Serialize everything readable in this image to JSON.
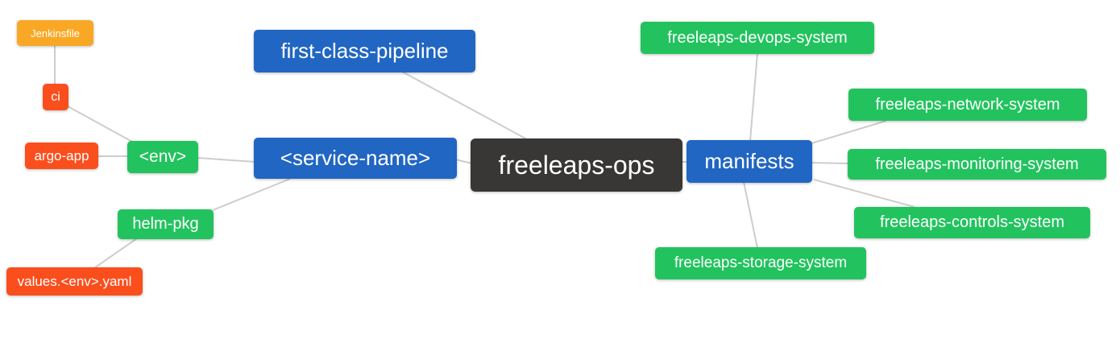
{
  "diagram": {
    "type": "mindmap",
    "root_label": "freeleaps-ops",
    "colors": {
      "root_node": "#393736",
      "branch_node": "#2166c2",
      "group_node": "#22c35e",
      "leaf_node": "#fb4e1d",
      "file_node": "#f9a825",
      "edge": "#cdcdcd",
      "text": "#ffffff",
      "background": "#ffffff"
    },
    "nodes": [
      {
        "id": "jenkinsfile",
        "label": "Jenkinsfile",
        "role": "file"
      },
      {
        "id": "ci",
        "label": "ci",
        "role": "leaf"
      },
      {
        "id": "argo-app",
        "label": "argo-app",
        "role": "leaf"
      },
      {
        "id": "env",
        "label": "<env>",
        "role": "group"
      },
      {
        "id": "helm-pkg",
        "label": "helm-pkg",
        "role": "group"
      },
      {
        "id": "values-env-yaml",
        "label": "values.<env>.yaml",
        "role": "leaf"
      },
      {
        "id": "first-class-pipeline",
        "label": "first-class-pipeline",
        "role": "branch"
      },
      {
        "id": "service-name",
        "label": "<service-name>",
        "role": "branch"
      },
      {
        "id": "freeleaps-ops",
        "label": "freeleaps-ops",
        "role": "root"
      },
      {
        "id": "manifests",
        "label": "manifests",
        "role": "branch"
      },
      {
        "id": "devops-system",
        "label": "freeleaps-devops-system",
        "role": "group"
      },
      {
        "id": "network-system",
        "label": "freeleaps-network-system",
        "role": "group"
      },
      {
        "id": "monitoring-system",
        "label": "freeleaps-monitoring-system",
        "role": "group"
      },
      {
        "id": "controls-system",
        "label": "freeleaps-controls-system",
        "role": "group"
      },
      {
        "id": "storage-system",
        "label": "freeleaps-storage-system",
        "role": "group"
      }
    ],
    "edges": [
      {
        "from": "jenkinsfile",
        "to": "ci"
      },
      {
        "from": "ci",
        "to": "env"
      },
      {
        "from": "argo-app",
        "to": "env"
      },
      {
        "from": "env",
        "to": "service-name"
      },
      {
        "from": "helm-pkg",
        "to": "service-name"
      },
      {
        "from": "values-env-yaml",
        "to": "helm-pkg"
      },
      {
        "from": "first-class-pipeline",
        "to": "freeleaps-ops"
      },
      {
        "from": "service-name",
        "to": "freeleaps-ops"
      },
      {
        "from": "freeleaps-ops",
        "to": "manifests"
      },
      {
        "from": "manifests",
        "to": "devops-system"
      },
      {
        "from": "manifests",
        "to": "network-system"
      },
      {
        "from": "manifests",
        "to": "monitoring-system"
      },
      {
        "from": "manifests",
        "to": "controls-system"
      },
      {
        "from": "manifests",
        "to": "storage-system"
      }
    ]
  }
}
